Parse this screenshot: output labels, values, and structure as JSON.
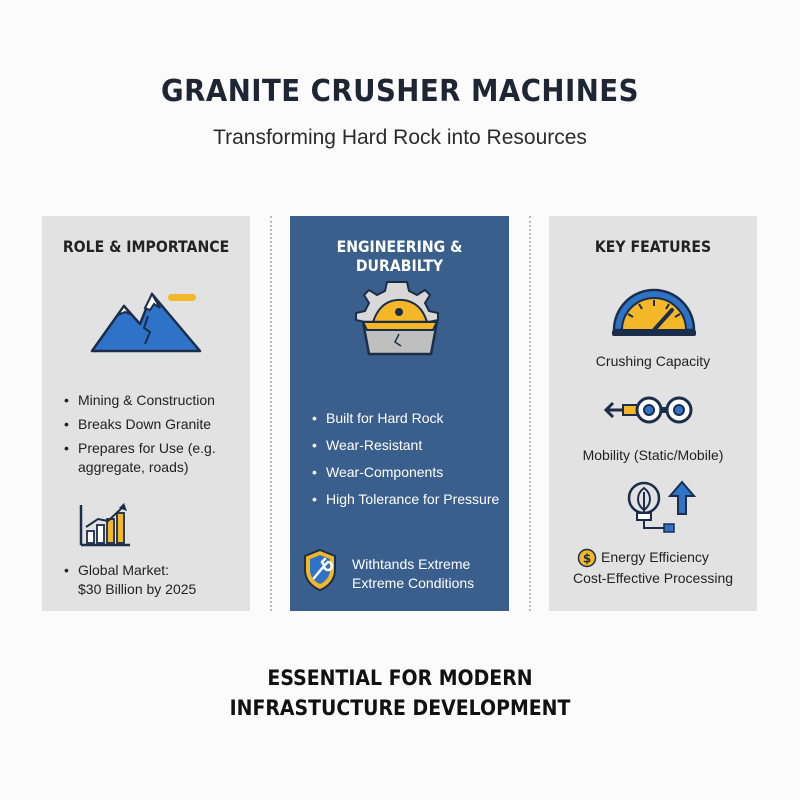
{
  "header": {
    "title": "GRANITE CRUSHER MACHINES",
    "subtitle": "Transforming Hard Rock into Resources"
  },
  "panels": {
    "role": {
      "title": "ROLE & IMPORTANCE",
      "bullets": [
        "Mining & Construction",
        "Breaks Down Granite",
        "Prepares for Use (e.g. aggregate, roads)"
      ],
      "market_label": "Global Market:",
      "market_value": "$30 Billion by 2025",
      "icons": [
        "mountain-icon",
        "growth-chart-icon"
      ]
    },
    "engineering": {
      "title": "ENGINEERING & DURABILTY",
      "bullets": [
        "Built for Hard Rock",
        "Wear-Resistant",
        "Wear-Components",
        "High Tolerance for Pressure"
      ],
      "badge_line1": "Withtands Extreme",
      "badge_line2": "Extreme Conditions",
      "icons": [
        "gear-crusher-icon",
        "shield-wrench-icon"
      ]
    },
    "features": {
      "title": "KEY FEATURES",
      "capacity_label": "Crushing Capacity",
      "mobility_label": "Mobility (Static/Mobile)",
      "energy_label": "Energy Efficiency",
      "cost_label": "Cost-Effective Processing",
      "icons": [
        "gauge-icon",
        "tracks-icon",
        "leaf-bulb-icon",
        "dollar-coin-icon"
      ]
    }
  },
  "footer": {
    "line1": "ESSENTIAL FOR MODERN",
    "line2": "INFRASTUCTURE DEVELOPMENT"
  },
  "colors": {
    "navy": "#3a5f8d",
    "gold": "#f4b728",
    "blue": "#2f73c9",
    "panel_gray": "#e2e2e2",
    "ink": "#1e2633"
  }
}
